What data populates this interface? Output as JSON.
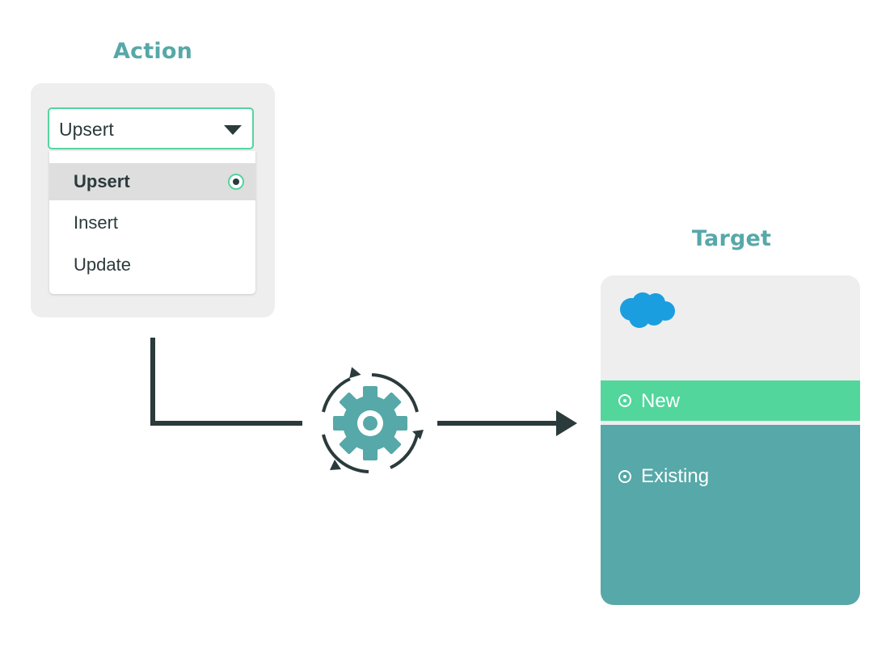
{
  "action": {
    "heading": "Action",
    "selected_value": "Upsert",
    "options": [
      {
        "label": "Upsert",
        "selected": true
      },
      {
        "label": "Insert",
        "selected": false
      },
      {
        "label": "Update",
        "selected": false
      }
    ]
  },
  "process": {
    "icon": "gear-with-cycle-arrows-icon"
  },
  "target": {
    "heading": "Target",
    "logo_icon": "salesforce-cloud-icon",
    "rows": [
      {
        "label": "New",
        "icon": "radio-dot-icon"
      },
      {
        "label": "Existing",
        "icon": "radio-dot-icon"
      }
    ]
  },
  "colors": {
    "heading": "#57a8a8",
    "accent_green": "#52d69c",
    "teal": "#57a8a8",
    "panel_grey": "#eeeeee",
    "selected_option": "#dedede",
    "arrow": "#2b3a3b",
    "cloud_blue": "#1b9ee0"
  }
}
